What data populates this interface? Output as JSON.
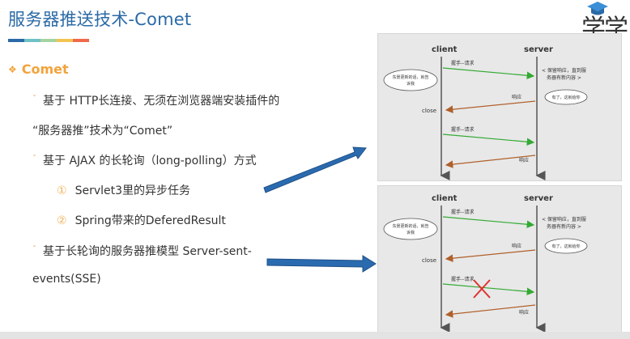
{
  "header": {
    "title": "服务器推送技术-Comet",
    "color_bar": [
      "#2b6aa6",
      "#6fc2c3",
      "#a6d4a0",
      "#f4c453",
      "#ef6a4c"
    ],
    "logo_text": "学学"
  },
  "section": {
    "diamond": "❖",
    "title": "Comet"
  },
  "bullets": {
    "b1_line1": "基于 HTTP长连接、无须在浏览器端安装插件的",
    "b1_line2": "“服务器推”技术为“Comet”",
    "b2": "基于 AJAX 的长轮询（long-polling）方式",
    "sub1_num": "①",
    "sub1": "Servlet3里的异步任务",
    "sub2_num": "②",
    "sub2": "Spring带来的DeferedResult",
    "b3_line1": "基于长轮询的服务器推模型  Server-sent-",
    "b3_line2": "events(SSE)",
    "mark": "ˇ"
  },
  "diagram1": {
    "client": "client",
    "server": "server",
    "handshake1": "握手--请求",
    "note_left_l1": "东景更新的话，就告",
    "note_left_l2": "诉我",
    "server_note_l1": "< 保留响应，直到服",
    "server_note_l2": "务器有新内容 >",
    "respond1": "响应",
    "note_right": "有了，这就给你",
    "close": "close",
    "handshake2": "握手--请求",
    "respond2": "响应"
  },
  "diagram2": {
    "client": "client",
    "server": "server",
    "handshake1": "握手--请求",
    "note_left_l1": "东景更新的话，就告",
    "note_left_l2": "诉我",
    "server_note_l1": "< 保留响应，直到服",
    "server_note_l2": "务器有新内容 >",
    "respond1": "响应",
    "note_right": "有了，这就给你",
    "close": "close",
    "handshake2": "握手--请求",
    "respond2": "响应"
  },
  "colors": {
    "green_arrow": "#33aa33",
    "brown_arrow": "#b0602a",
    "blue_arrow": "#2a6bb0",
    "red_cross": "#e03030"
  }
}
